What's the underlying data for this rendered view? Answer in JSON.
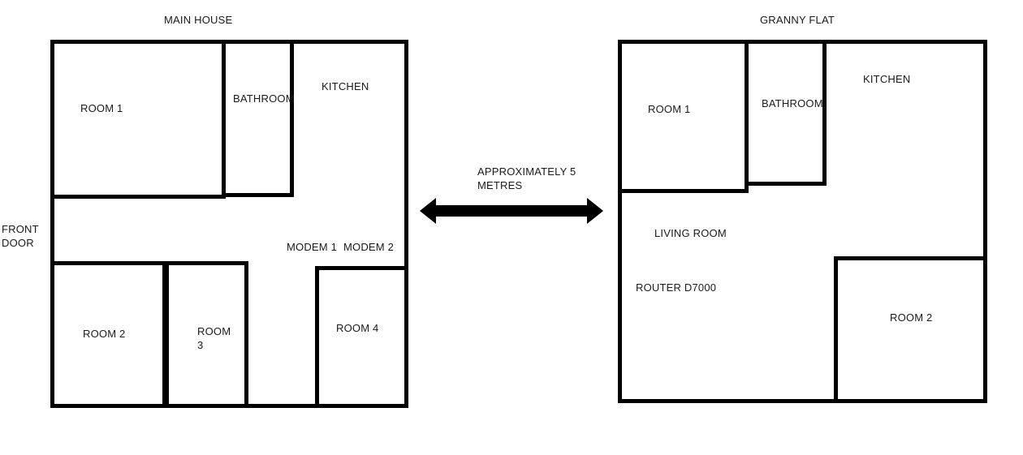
{
  "diagram": {
    "type": "floor-plan",
    "description": "Two building floor plans side by side with a distance annotation between them"
  },
  "main_house": {
    "title": "MAIN HOUSE",
    "front_door_label": "FRONT\nDOOR",
    "rooms": [
      {
        "id": "room-1",
        "label": "ROOM 1"
      },
      {
        "id": "bathroom",
        "label": "BATHROOM"
      },
      {
        "id": "kitchen",
        "label": "KITCHEN"
      },
      {
        "id": "room-2",
        "label": "ROOM 2"
      },
      {
        "id": "room-3",
        "label": "ROOM\n3"
      },
      {
        "id": "room-4",
        "label": "ROOM 4"
      }
    ],
    "devices": [
      {
        "id": "modem-1",
        "label": "MODEM 1"
      },
      {
        "id": "modem-2",
        "label": "MODEM 2"
      }
    ]
  },
  "granny_flat": {
    "title": "GRANNY FLAT",
    "rooms": [
      {
        "id": "room-1",
        "label": "ROOM 1"
      },
      {
        "id": "bathroom",
        "label": "BATHROOM"
      },
      {
        "id": "kitchen",
        "label": "KITCHEN"
      },
      {
        "id": "living-room",
        "label": "LIVING ROOM"
      },
      {
        "id": "room-2",
        "label": "ROOM 2"
      }
    ],
    "devices": [
      {
        "id": "router",
        "label": "ROUTER D7000"
      }
    ]
  },
  "distance_annotation": {
    "label": "APPROXIMATELY 5\nMETRES",
    "arrow": "double-headed-horizontal-arrow"
  },
  "colors": {
    "wall": "#000000",
    "text": "#1a1a1a",
    "background": "#ffffff"
  }
}
